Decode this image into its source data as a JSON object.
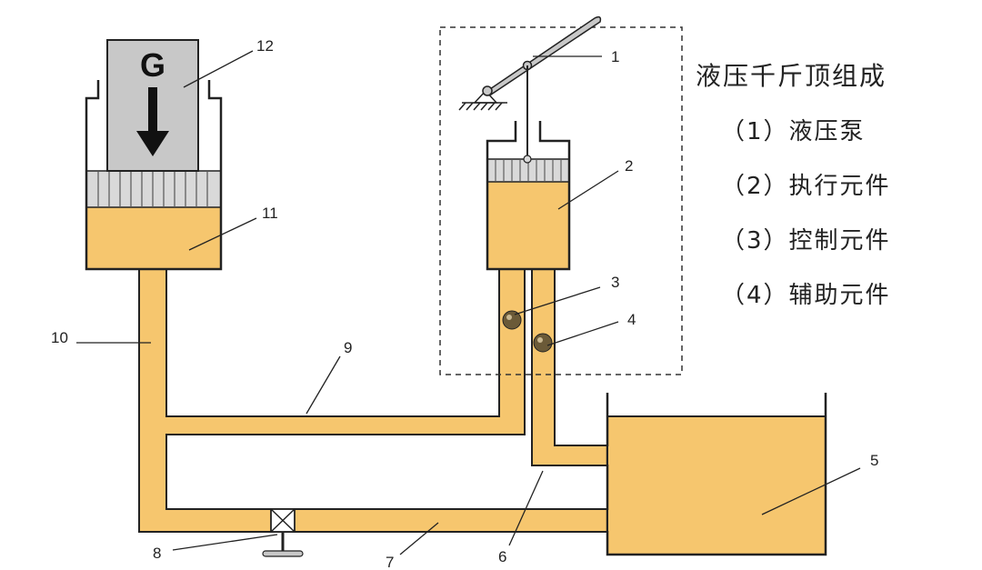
{
  "legend": {
    "title": "液压千斤顶组成",
    "items": [
      "（1）液压泵",
      "（2）执行元件",
      "（3）控制元件",
      "（4）辅助元件"
    ]
  },
  "load_label": "G",
  "part_labels": {
    "p1": "1",
    "p2": "2",
    "p3": "3",
    "p4": "4",
    "p5": "5",
    "p6": "6",
    "p7": "7",
    "p8": "8",
    "p9": "9",
    "p10": "10",
    "p11": "11",
    "p12": "12"
  },
  "colors": {
    "oil": "#F6C66E",
    "load": "#C8C8C8",
    "piston": "#D9D9D9",
    "ball": "#6B5A38"
  }
}
